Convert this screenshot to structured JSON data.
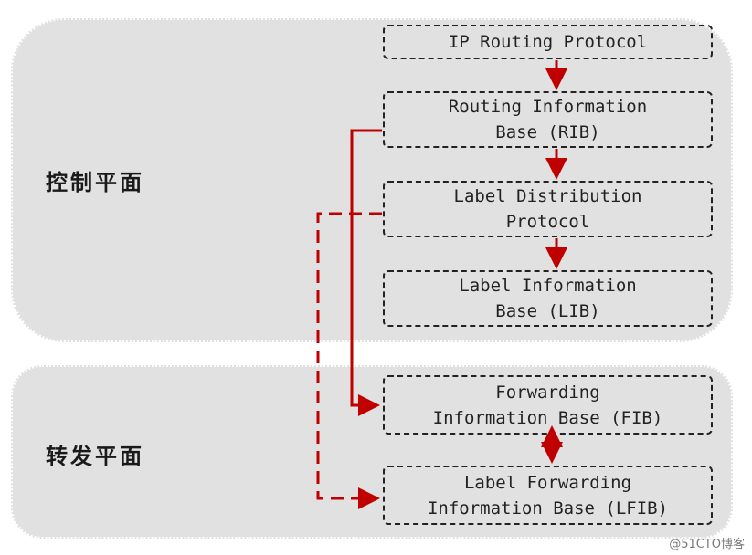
{
  "planes": {
    "control": "控制平面",
    "forwarding": "转发平面"
  },
  "boxes": {
    "ip_routing_protocol": [
      "IP Routing Protocol"
    ],
    "rib": [
      "Routing Information",
      "Base (RIB)"
    ],
    "ldp": [
      "Label Distribution",
      "Protocol"
    ],
    "lib": [
      "Label Information",
      "Base (LIB)"
    ],
    "fib": [
      "Forwarding",
      "Information Base (FIB)"
    ],
    "lfib": [
      "Label Forwarding",
      "Information Base (LFIB)"
    ]
  },
  "watermark": "@51CTO博客",
  "colors": {
    "arrow": "#c00000",
    "panel": "#e1e1e1",
    "box_border": "#222222"
  }
}
